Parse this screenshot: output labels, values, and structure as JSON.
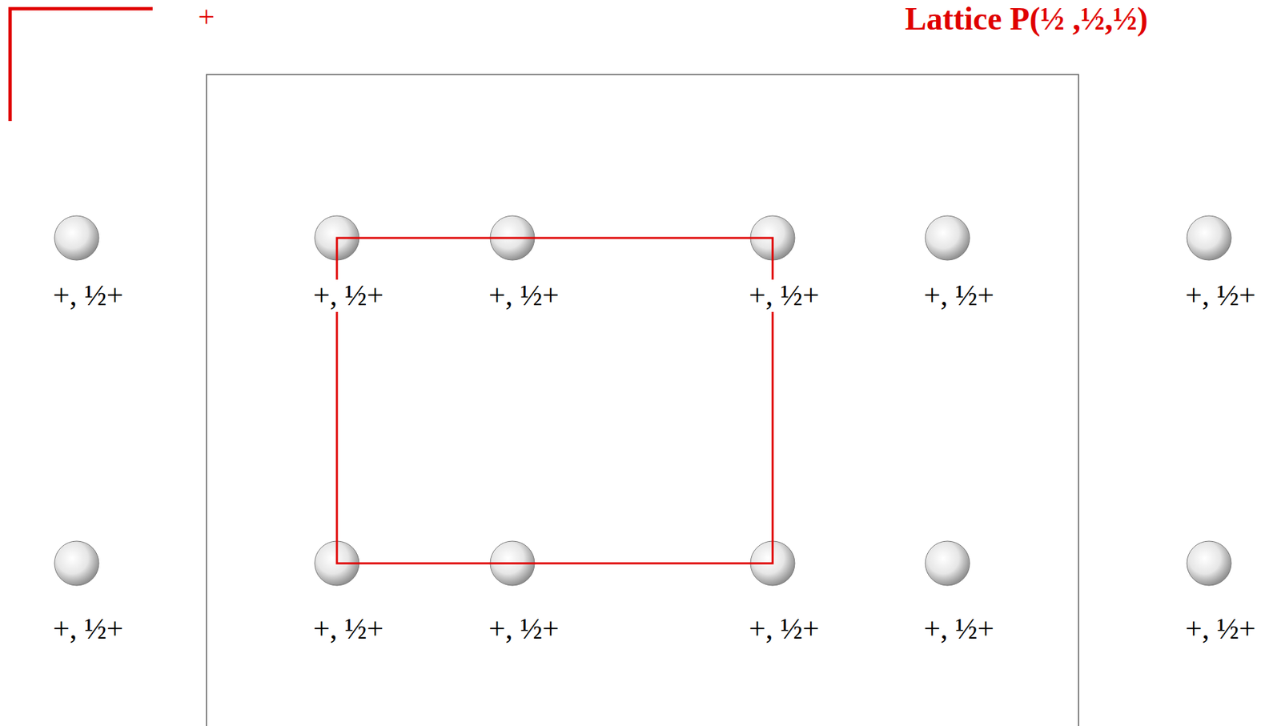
{
  "diagram": {
    "title": "Lattice P(½ ,½,½)",
    "labels": [
      "+",
      "+, ½+",
      "+, ½+",
      "+, ½+",
      "+, ½+",
      "+, ½+",
      "+, ½+",
      "+, ½+",
      "+, ½+",
      "+, ½+",
      "+, ½+",
      "+, ½+",
      "+, ½+"
    ]
  }
}
